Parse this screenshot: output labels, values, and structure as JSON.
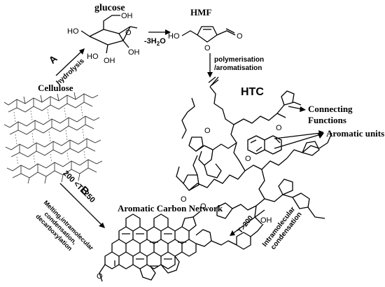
{
  "labels": {
    "glucose": "glucose",
    "hmf": "HMF",
    "cellulose": "Cellulose",
    "htc": "HTC",
    "connecting": "Connecting",
    "functions": "Functions",
    "aromatic_units": "Aromatic units",
    "network": "Aromatic Carbon Network"
  },
  "steps": {
    "a_letter": "A",
    "a_text": "hydrolysis",
    "dehydration": "-3H",
    "dehydration_sub": "2",
    "dehydration_end": "O",
    "poly1": "polymerisation",
    "poly2": "/aromatisation",
    "b_letter": "B",
    "b_temp": "200 <T<250",
    "b_text1": "Melting,intramolecular",
    "b_text2": "condensation,",
    "b_text3": "decarboxylation",
    "c_temp": "T>200",
    "c_text1": "Intramolecular",
    "c_text2": "condensation"
  },
  "atoms": {
    "oh": "OH",
    "ho": "HO",
    "o": "O"
  }
}
